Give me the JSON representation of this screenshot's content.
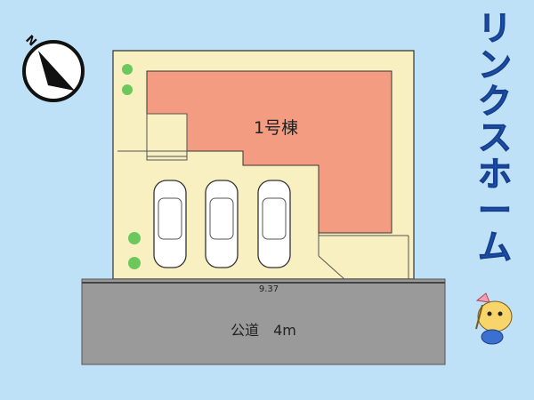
{
  "compass": {
    "label": "N"
  },
  "building": {
    "label": "1号棟"
  },
  "frontage": {
    "value": "9.37"
  },
  "road": {
    "label": "公道　4m"
  },
  "brand": {
    "chars": [
      "リ",
      "ン",
      "ク",
      "ス",
      "ホ",
      "ー",
      "ム"
    ]
  },
  "mascot": {
    "name": "mascot-icon"
  },
  "colors": {
    "background": "#bfe1f8",
    "lot": "#f8f0c0",
    "building": "#f49c82",
    "road": "#9a9a9a",
    "brand": "#1f56b8",
    "shrub": "#6cc85c"
  }
}
